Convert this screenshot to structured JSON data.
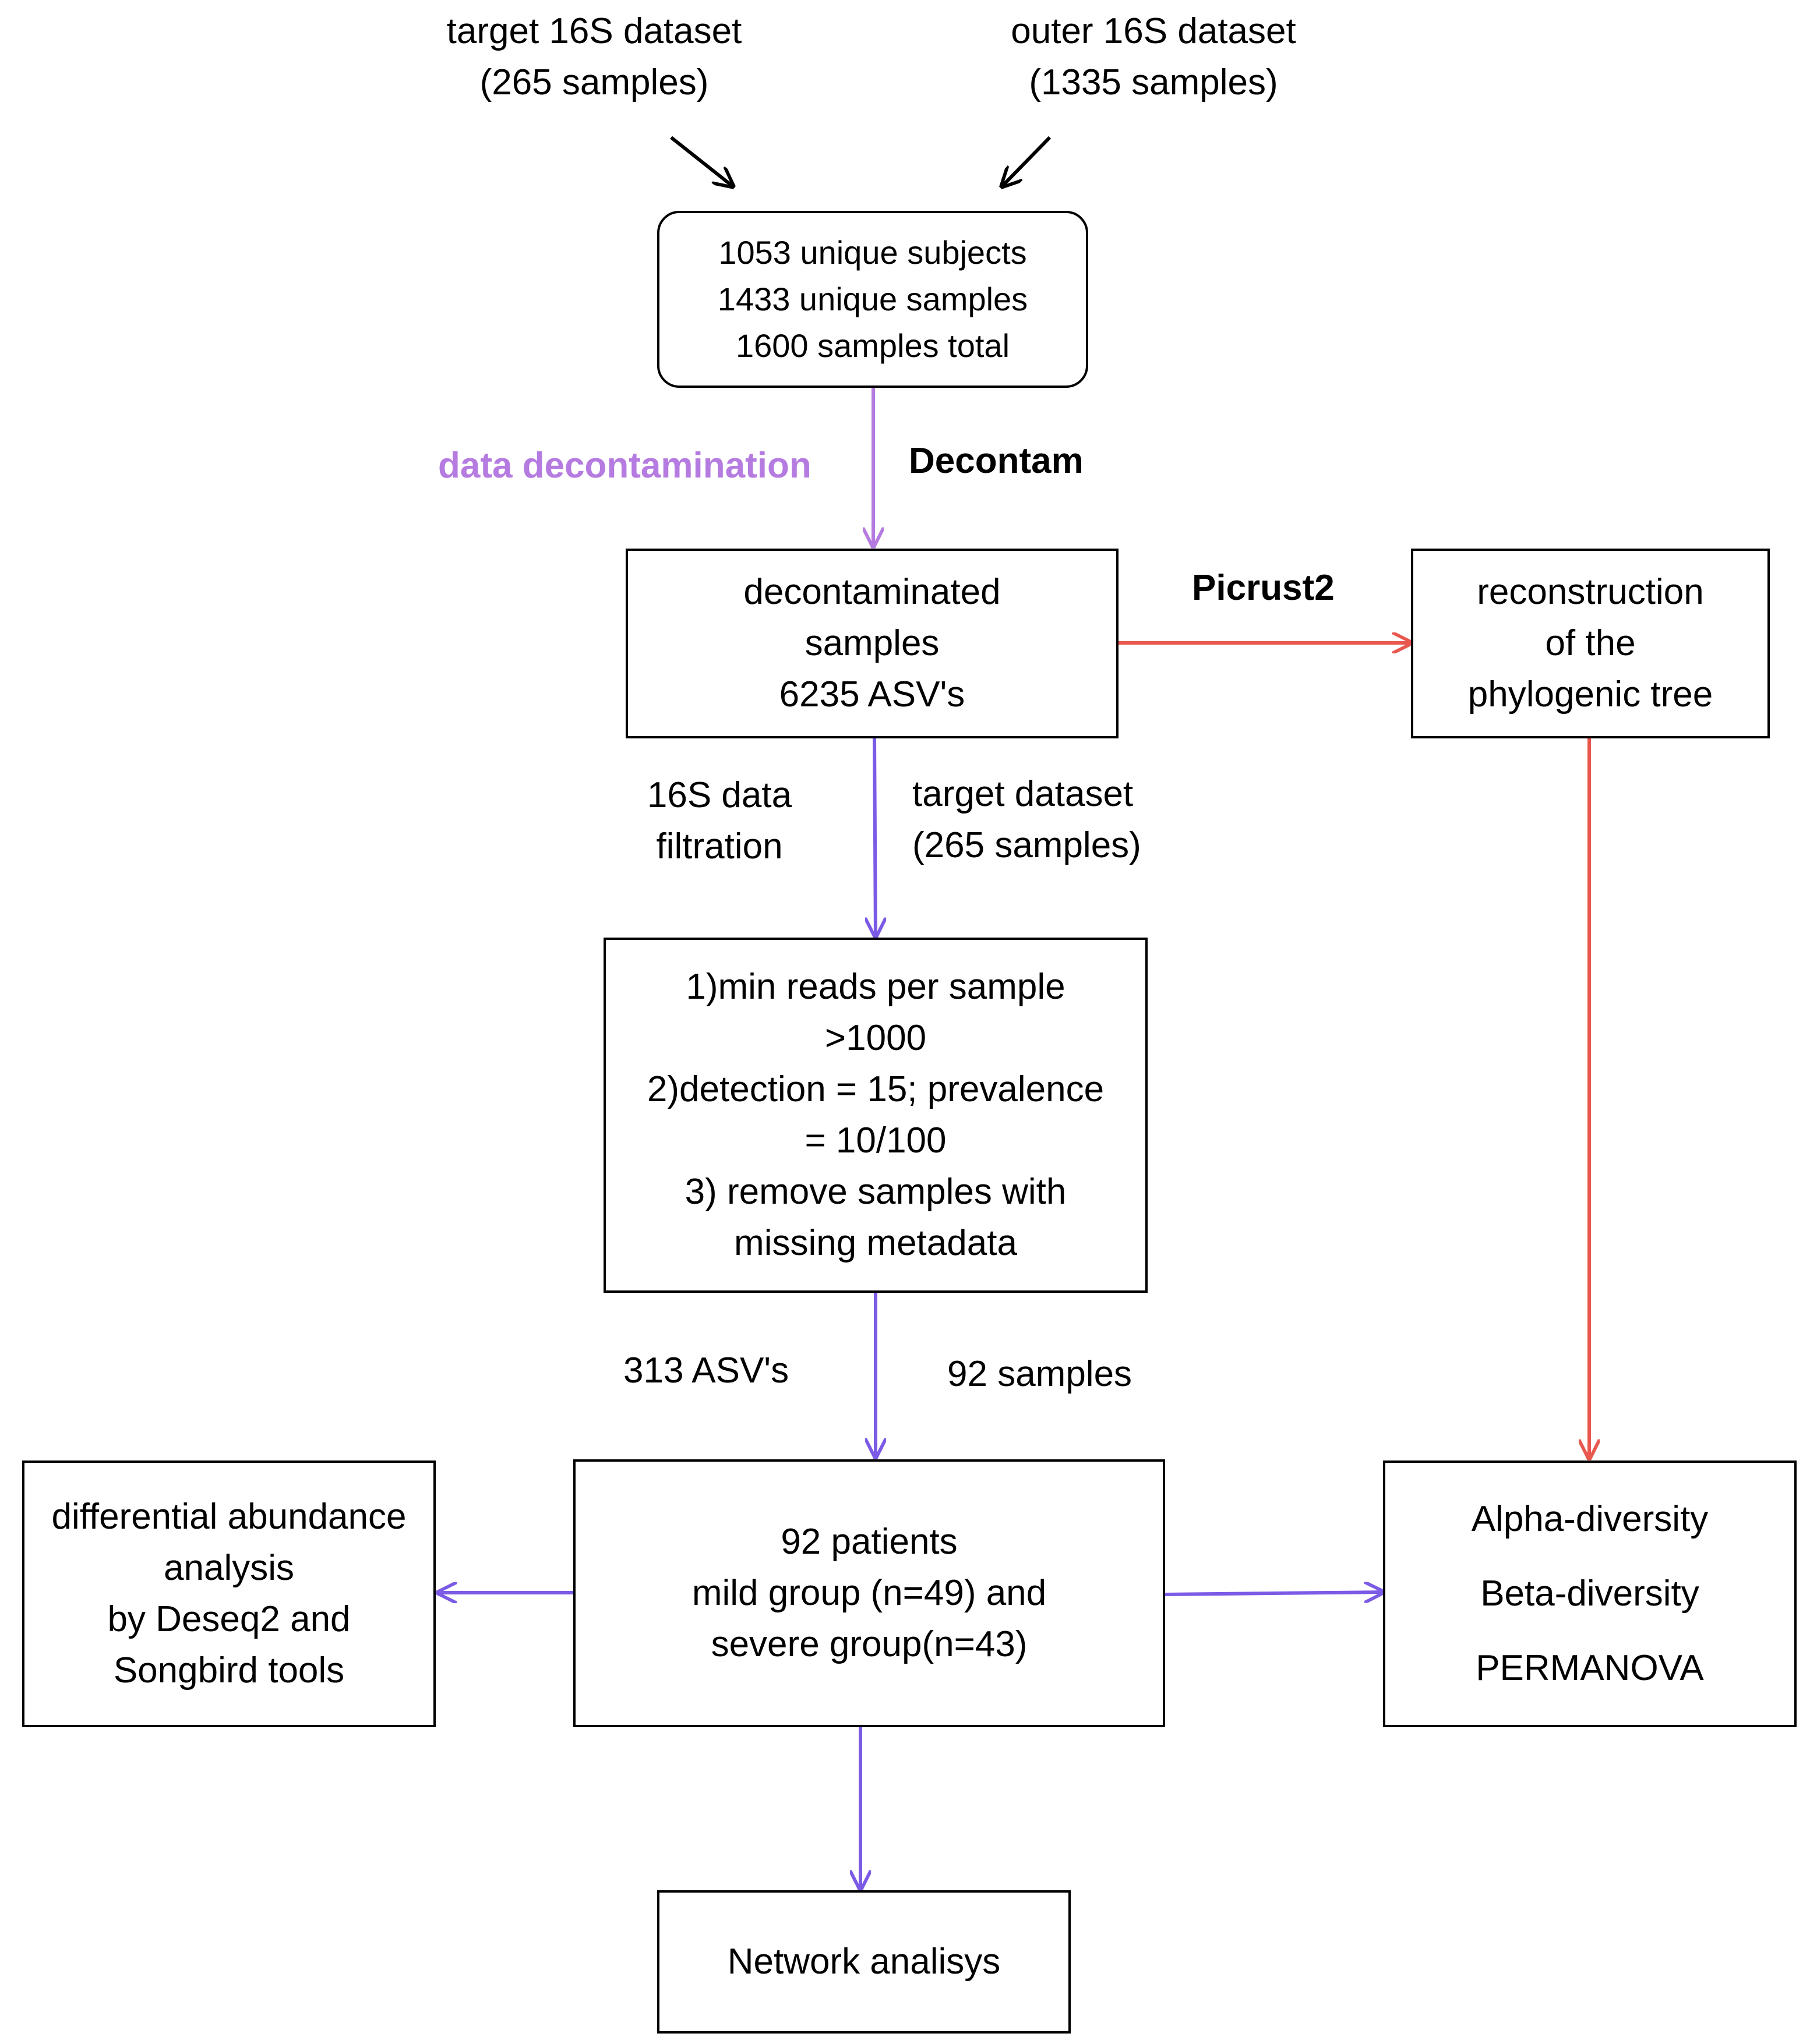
{
  "inputs": {
    "target": [
      "target 16S dataset",
      "(265 samples)"
    ],
    "outer": [
      "outer 16S dataset",
      "(1335 samples)"
    ]
  },
  "summary_box": [
    "1053 unique subjects",
    "1433 unique samples",
    "1600 samples total"
  ],
  "decontamination": {
    "step_label": "data decontamination",
    "tool_label": "Decontam"
  },
  "decontaminated_box": [
    "decontaminated",
    "samples",
    "6235 ASV's"
  ],
  "picrust": {
    "tool_label": "Picrust2"
  },
  "phylo_box": [
    "reconstruction",
    "of the",
    "phylogenic tree"
  ],
  "filtration": {
    "step_label": [
      "16S data",
      "filtration"
    ],
    "target_label": [
      "target dataset",
      "(265 samples)"
    ]
  },
  "filter_box": [
    "1)min reads per sample",
    ">1000",
    "2)detection = 15; prevalence",
    "= 10/100",
    "3) remove samples with",
    "missing metadata"
  ],
  "after_filter": {
    "asv_label": "313 ASV's",
    "samples_label": "92 samples"
  },
  "patients_box": [
    "92 patients",
    "mild group (n=49) and",
    "severe group(n=43)"
  ],
  "diff_box": [
    "differential abundance",
    "analysis",
    "by Deseq2 and",
    "Songbird tools"
  ],
  "diversity_box": [
    "Alpha-diversity",
    "Beta-diversity",
    "PERMANOVA"
  ],
  "network_box": [
    "Network analisys"
  ],
  "colors": {
    "decontam_arrow": "#b57be0",
    "decontam_text": "#b57be0",
    "filter_arrow": "#7b5be6",
    "picrust_arrow": "#e8584f",
    "box_border": "#000000"
  }
}
